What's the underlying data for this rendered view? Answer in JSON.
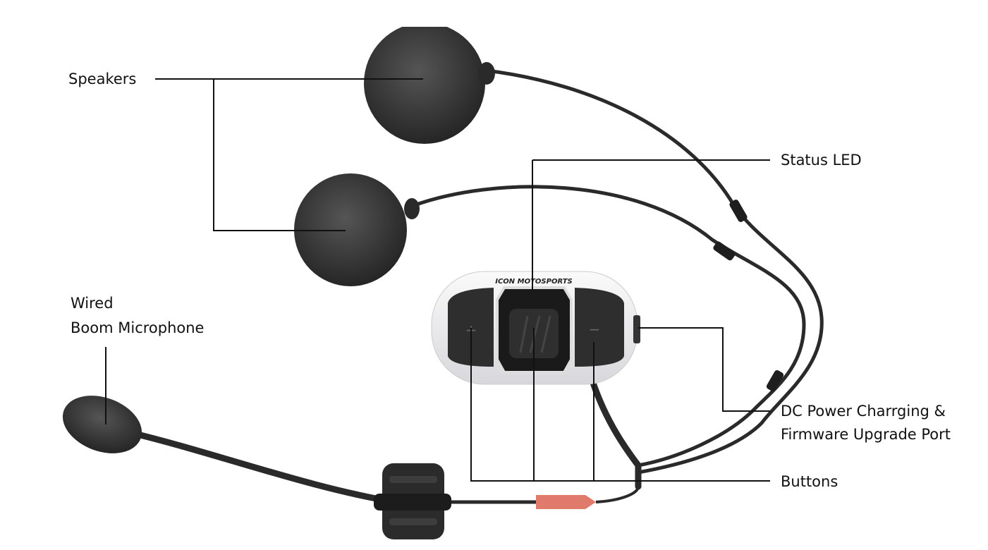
{
  "diagram": {
    "labels": {
      "speakers": "Speakers",
      "status_led": "Status LED",
      "mic_line1": "Wired",
      "mic_line2": "Boom Microphone",
      "dc_line1": "DC Power Charrging &",
      "dc_line2": "Firmware Upgrade Port",
      "buttons": "Buttons"
    },
    "device_brand": "ICON MOTOSPORTS",
    "colors": {
      "foam": "#3a3a3a",
      "body": "#f2f2f4",
      "connector": "#e07a6a"
    }
  }
}
